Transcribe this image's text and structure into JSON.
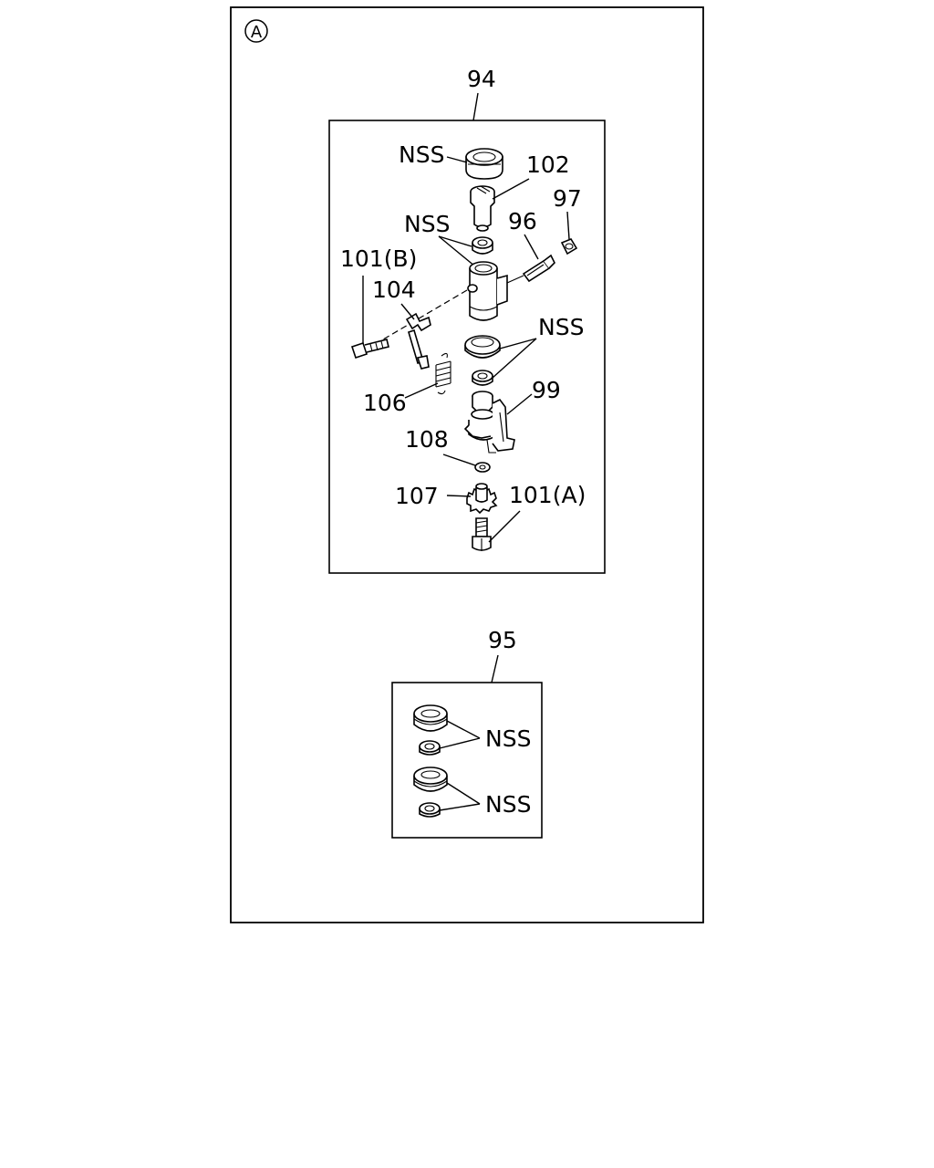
{
  "section": {
    "marker": "A"
  },
  "kit_94": {
    "number": "94",
    "labels": {
      "nss_top": "NSS",
      "p102": "102",
      "p97": "97",
      "p96": "96",
      "nss_upper": "NSS",
      "p101b": "101(B)",
      "p104": "104",
      "nss_mid": "NSS",
      "p99": "99",
      "p106": "106",
      "p108": "108",
      "p107": "107",
      "p101a": "101(A)"
    }
  },
  "kit_95": {
    "number": "95",
    "labels": {
      "nss_1": "NSS",
      "nss_2": "NSS"
    }
  }
}
